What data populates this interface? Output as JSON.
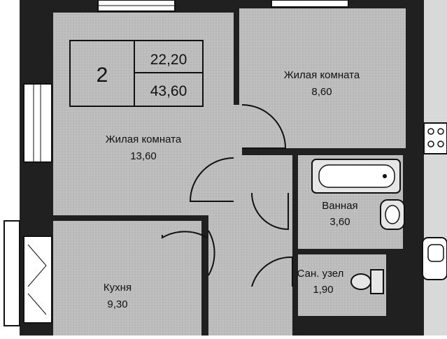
{
  "colors": {
    "wall": "#202020",
    "floor": "#bdbdbd",
    "line": "#111111",
    "background": "#ffffff",
    "fixture": "#e6e6e6"
  },
  "apartment": {
    "rooms_count": "2",
    "living_area": "22,20",
    "total_area": "43,60"
  },
  "rooms": {
    "living_large": {
      "name": "Жилая комната",
      "area": "13,60"
    },
    "living_small": {
      "name": "Жилая комната",
      "area": "8,60"
    },
    "bathroom": {
      "name": "Ванная",
      "area": "3,60"
    },
    "wc": {
      "name": "Сан. узел",
      "area": "1,90"
    },
    "kitchen": {
      "name": "Кухня",
      "area": "9,30"
    }
  },
  "icons": [
    "door-swing-icon",
    "window-icon",
    "bathtub-icon",
    "sink-icon",
    "toilet-icon",
    "stove-icon"
  ]
}
